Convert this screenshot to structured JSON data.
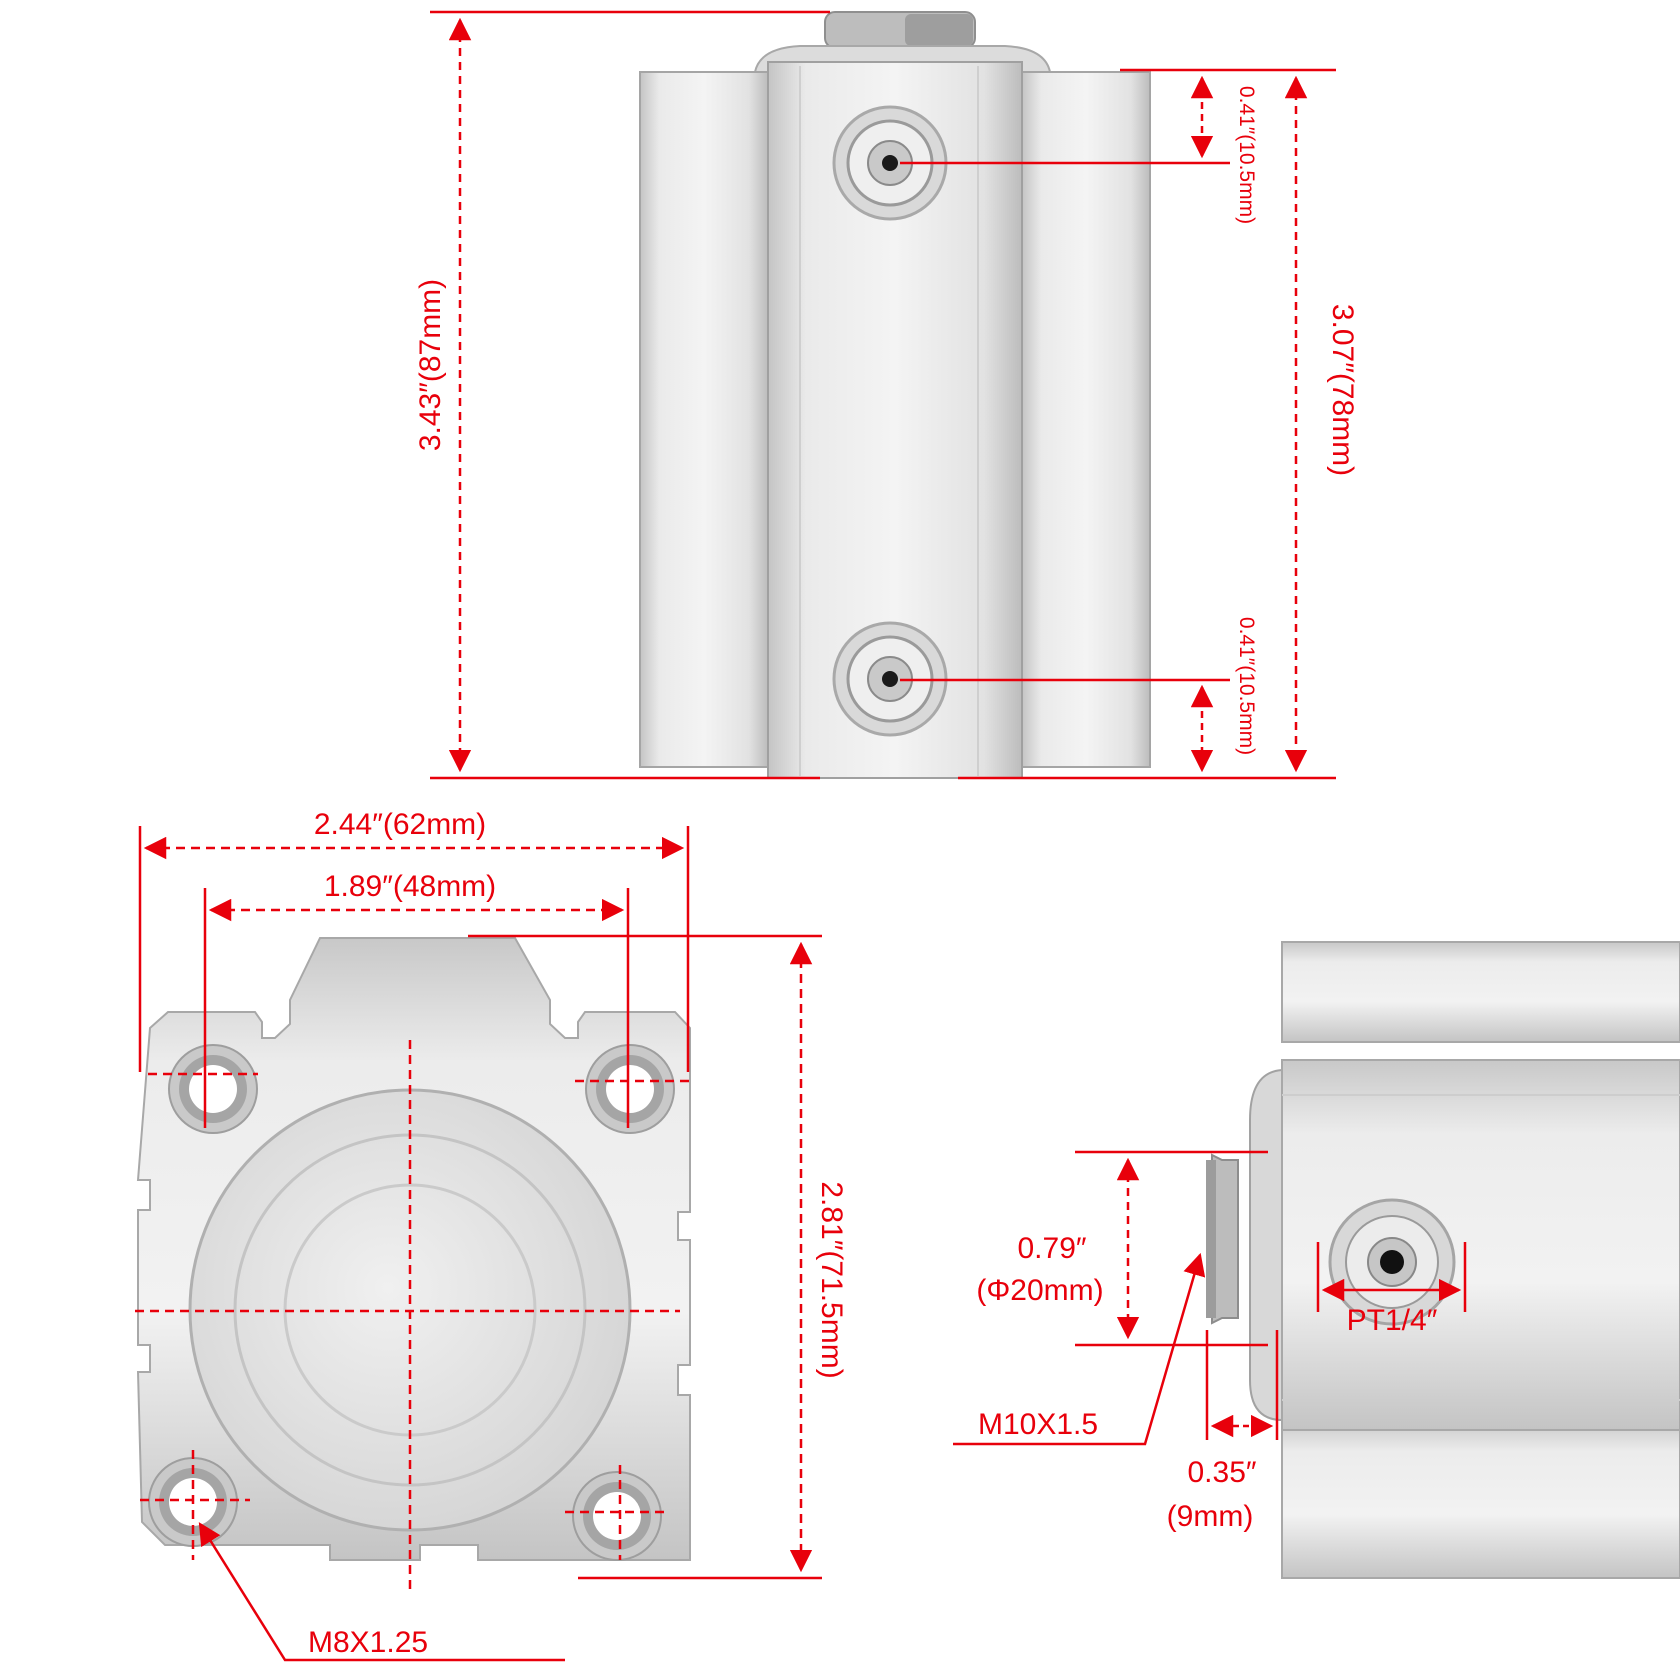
{
  "colors": {
    "dimension_red": "#e8000b",
    "metal_light": "#eeeeee",
    "metal_mid": "#d6d6d6",
    "metal_dark": "#b9b9b9",
    "metal_edge": "#9a9a9a"
  },
  "side_view": {
    "total_length": "3.43″(87mm)",
    "body_length": "3.07″(78mm)",
    "port_top_offset": "0.41″(10.5mm)",
    "port_bottom_offset": "0.41″(10.5mm)"
  },
  "end_view": {
    "width": "2.44″(62mm)",
    "bolt_spacing": "1.89″(48mm)",
    "height": "2.81″(71.5mm)",
    "mount_thread": "M8X1.25"
  },
  "detail_view": {
    "rod_diameter_in": "0.79″",
    "rod_diameter_mm": "(Φ20mm)",
    "rod_thread": "M10X1.5",
    "rod_extension_in": "0.35″",
    "rod_extension_mm": "(9mm)",
    "port_thread": "PT1/4″"
  }
}
